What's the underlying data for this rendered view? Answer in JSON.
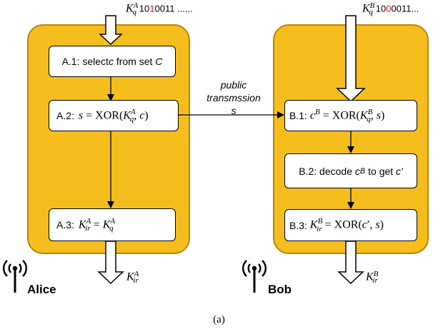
{
  "alice": {
    "name": "Alice",
    "input_key": {
      "base": "K",
      "sub": "q",
      "sup": "A"
    },
    "input_bits": [
      {
        "t": "1",
        "red": false
      },
      {
        "t": "0",
        "red": false
      },
      {
        "t": "1",
        "red": true
      },
      {
        "t": "0",
        "red": false
      },
      {
        "t": "0",
        "red": false
      },
      {
        "t": "1",
        "red": false
      },
      {
        "t": "1",
        "red": false
      }
    ],
    "input_trail": " ......",
    "steps": {
      "a1": {
        "label": "A.1: select ",
        "var": "c",
        "mid": " from set ",
        "set": "C"
      },
      "a2": {
        "label": "A.2:",
        "expr": "s = XOR(K_q^A, c)"
      },
      "a3": {
        "label": "A.3:",
        "expr": "K_ir^A = K_q^A"
      }
    },
    "output_key": {
      "base": "K",
      "sub": "ir",
      "sup": "A"
    }
  },
  "bob": {
    "name": "Bob",
    "input_key": {
      "base": "K",
      "sub": "q",
      "sup": "B"
    },
    "input_bits": [
      {
        "t": "1",
        "red": false
      },
      {
        "t": "0",
        "red": false
      },
      {
        "t": "0",
        "red": true
      },
      {
        "t": "0",
        "red": false
      },
      {
        "t": "0",
        "red": false
      },
      {
        "t": "1",
        "red": false
      },
      {
        "t": "1",
        "red": false
      }
    ],
    "input_trail": "...",
    "steps": {
      "b1": {
        "label": "B.1:",
        "expr": "c^B = XOR(K_q^B, s)"
      },
      "b2": {
        "label": "B.2: decode ",
        "var": "c",
        "varsup": "B",
        "mid": " to get ",
        "out": "c'"
      },
      "b3": {
        "label": "B.3:",
        "expr": "K_ir^B = XOR(c', s)"
      }
    },
    "output_key": {
      "base": "K",
      "sub": "ir",
      "sup": "B"
    }
  },
  "channel": {
    "line1": "public",
    "line2": "transmssion",
    "line3": "s"
  },
  "caption": "(a)",
  "colors": {
    "panel_fill": "#f5be1d",
    "panel_border": "#b8860b",
    "highlight_bit": "#e8101a"
  }
}
